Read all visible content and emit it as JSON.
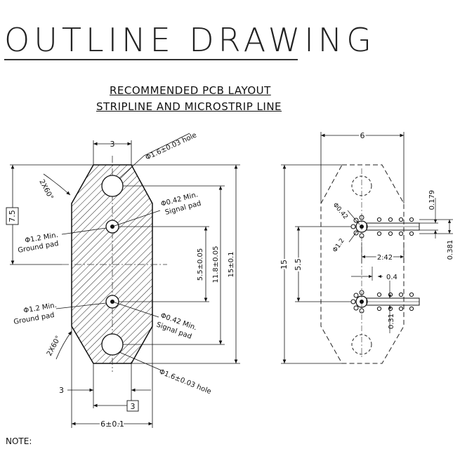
{
  "header": {
    "title": "OUTLINE DRAWING",
    "subtitle_line1": "RECOMMENDED PCB LAYOUT",
    "subtitle_line2": "STRIPLINE AND MICROSTRIP LINE"
  },
  "left_view": {
    "dim_top_width": "3",
    "dim_hole_top": "Φ1.6±0.03 hole",
    "dim_angle_top": "2X60°",
    "dim_box": "7.5",
    "signal_pad_top_1": "Φ0.42 Min.",
    "signal_pad_top_2": "Signal pad",
    "ground_pad_top_1": "Φ1.2 Min.",
    "ground_pad_top_2": "Ground pad",
    "dim_pad_spacing": "5.5±0.05",
    "dim_hole_spacing": "11.8±0.05",
    "dim_total_height": "15±0.1",
    "ground_pad_bottom_1": "Φ1.2 Min.",
    "ground_pad_bottom_2": "Ground pad",
    "signal_pad_bottom_1": "Φ0.42 Min.",
    "signal_pad_bottom_2": "Signal pad",
    "dim_angle_bottom": "2X60°",
    "dim_hole_bottom": "Φ1.6±0.03 hole",
    "dim_bottom_3": "3",
    "dim_bottom_box": "3",
    "dim_width": "6±0.1"
  },
  "right_view": {
    "dim_width": "6",
    "dim_042": "Φ0.42",
    "dim_12": "Φ1.2",
    "dim_0179": "0.179",
    "dim_0381": "0.381",
    "dim_height": "15",
    "dim_55": "5.5",
    "dim_242": "2.42",
    "dim_04": "0.4",
    "dim_031": "0.31"
  },
  "footer": {
    "note": "NOTE:"
  }
}
